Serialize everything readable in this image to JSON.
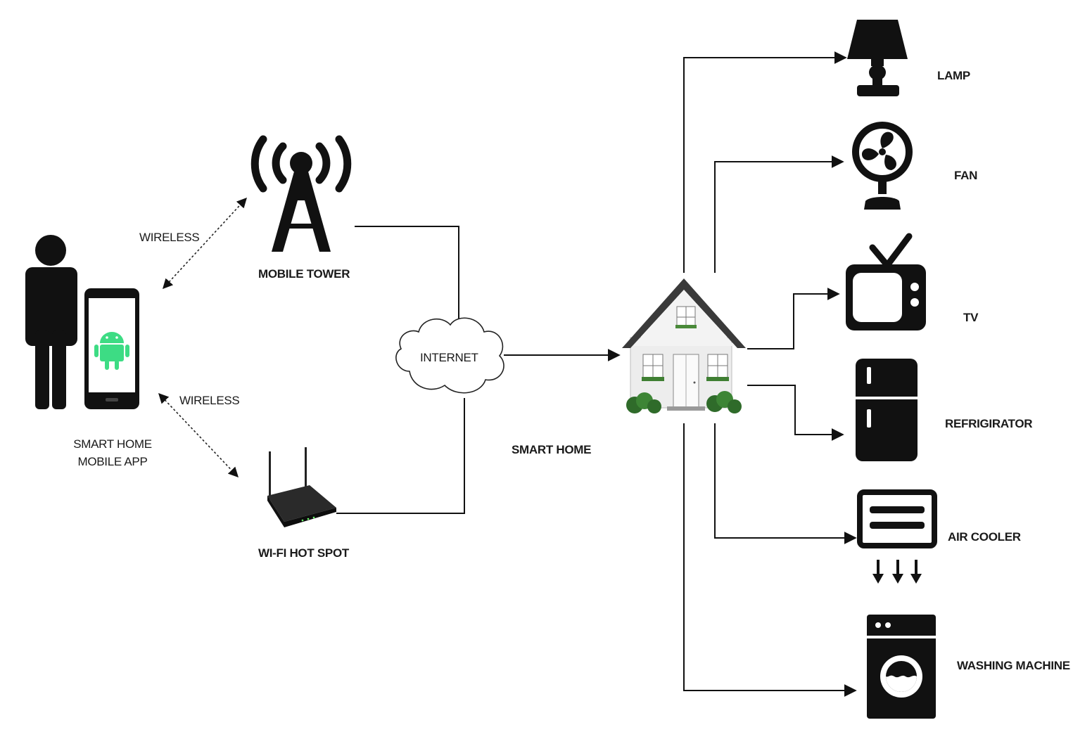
{
  "nodes": {
    "user_app": {
      "line1": "SMART HOME",
      "line2": "MOBILE APP"
    },
    "mobile_tower": {
      "label": "MOBILE TOWER"
    },
    "wifi": {
      "label": "WI-FI HOT SPOT"
    },
    "internet": {
      "label": "INTERNET"
    },
    "smart_home": {
      "label": "SMART HOME"
    }
  },
  "links": {
    "wireless_top": "WIRELESS",
    "wireless_bottom": "WIRELESS"
  },
  "appliances": [
    {
      "id": "lamp",
      "label": "LAMP",
      "icon": "lamp-icon"
    },
    {
      "id": "fan",
      "label": "FAN",
      "icon": "fan-icon"
    },
    {
      "id": "tv",
      "label": "TV",
      "icon": "tv-icon"
    },
    {
      "id": "refrigerator",
      "label": "REFRIGIRATOR",
      "icon": "refrigerator-icon"
    },
    {
      "id": "air_cooler",
      "label": "AIR COOLER",
      "icon": "air-cooler-icon"
    },
    {
      "id": "washing_machine",
      "label": "WASHING MACHINE",
      "icon": "washing-machine-icon"
    }
  ],
  "colors": {
    "android": "#3ddc84",
    "ink": "#111111"
  }
}
